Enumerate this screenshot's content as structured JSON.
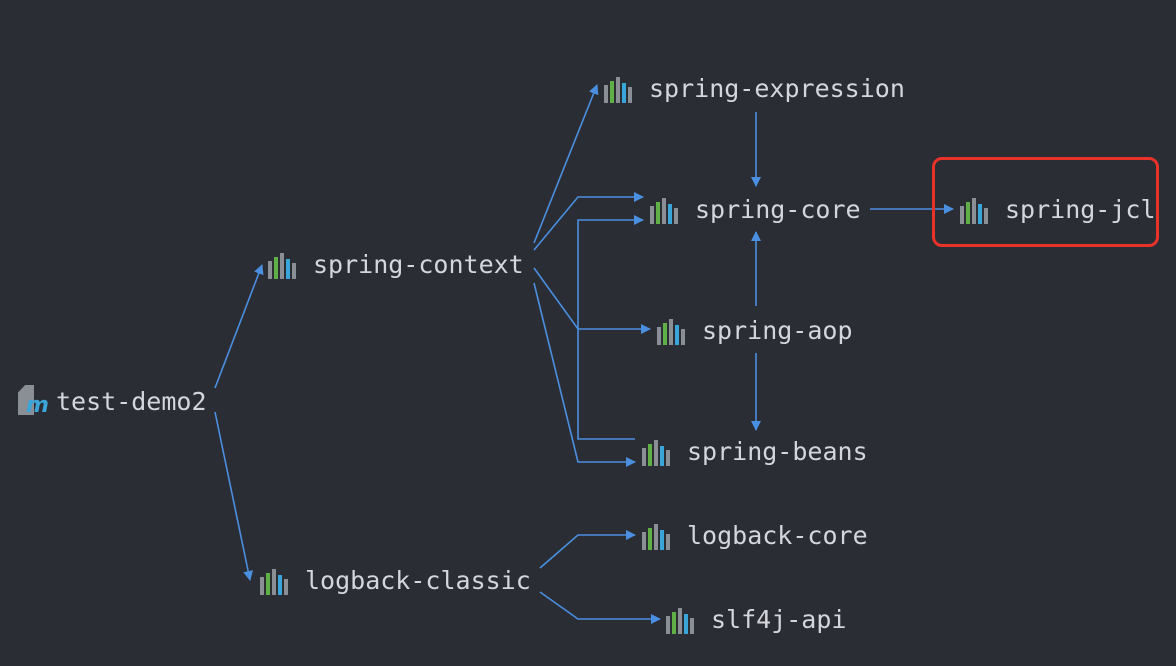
{
  "nodes": {
    "root": {
      "label": "test-demo2",
      "icon": "maven-module-icon"
    },
    "spring_context": {
      "label": "spring-context",
      "icon": "library-icon"
    },
    "logback_classic": {
      "label": "logback-classic",
      "icon": "library-icon"
    },
    "spring_expression": {
      "label": "spring-expression",
      "icon": "library-icon"
    },
    "spring_core": {
      "label": "spring-core",
      "icon": "library-icon"
    },
    "spring_jcl": {
      "label": "spring-jcl",
      "icon": "library-icon"
    },
    "spring_aop": {
      "label": "spring-aop",
      "icon": "library-icon"
    },
    "spring_beans": {
      "label": "spring-beans",
      "icon": "library-icon"
    },
    "logback_core": {
      "label": "logback-core",
      "icon": "library-icon"
    },
    "slf4j_api": {
      "label": "slf4j-api",
      "icon": "library-icon"
    }
  },
  "edges": [
    [
      "root",
      "spring_context"
    ],
    [
      "root",
      "logback_classic"
    ],
    [
      "spring_context",
      "spring_expression"
    ],
    [
      "spring_context",
      "spring_core"
    ],
    [
      "spring_context",
      "spring_aop"
    ],
    [
      "spring_context",
      "spring_beans"
    ],
    [
      "spring_expression",
      "spring_core"
    ],
    [
      "spring_core",
      "spring_jcl"
    ],
    [
      "spring_aop",
      "spring_core"
    ],
    [
      "spring_aop",
      "spring_beans"
    ],
    [
      "spring_beans",
      "spring_core"
    ],
    [
      "logback_classic",
      "logback_core"
    ],
    [
      "logback_classic",
      "slf4j_api"
    ]
  ],
  "highlighted_node": "spring_jcl",
  "colors": {
    "background": "#2b2d35",
    "edge": "#4a8fe0",
    "label": "#d4d6dc",
    "highlight": "#e8322a"
  }
}
